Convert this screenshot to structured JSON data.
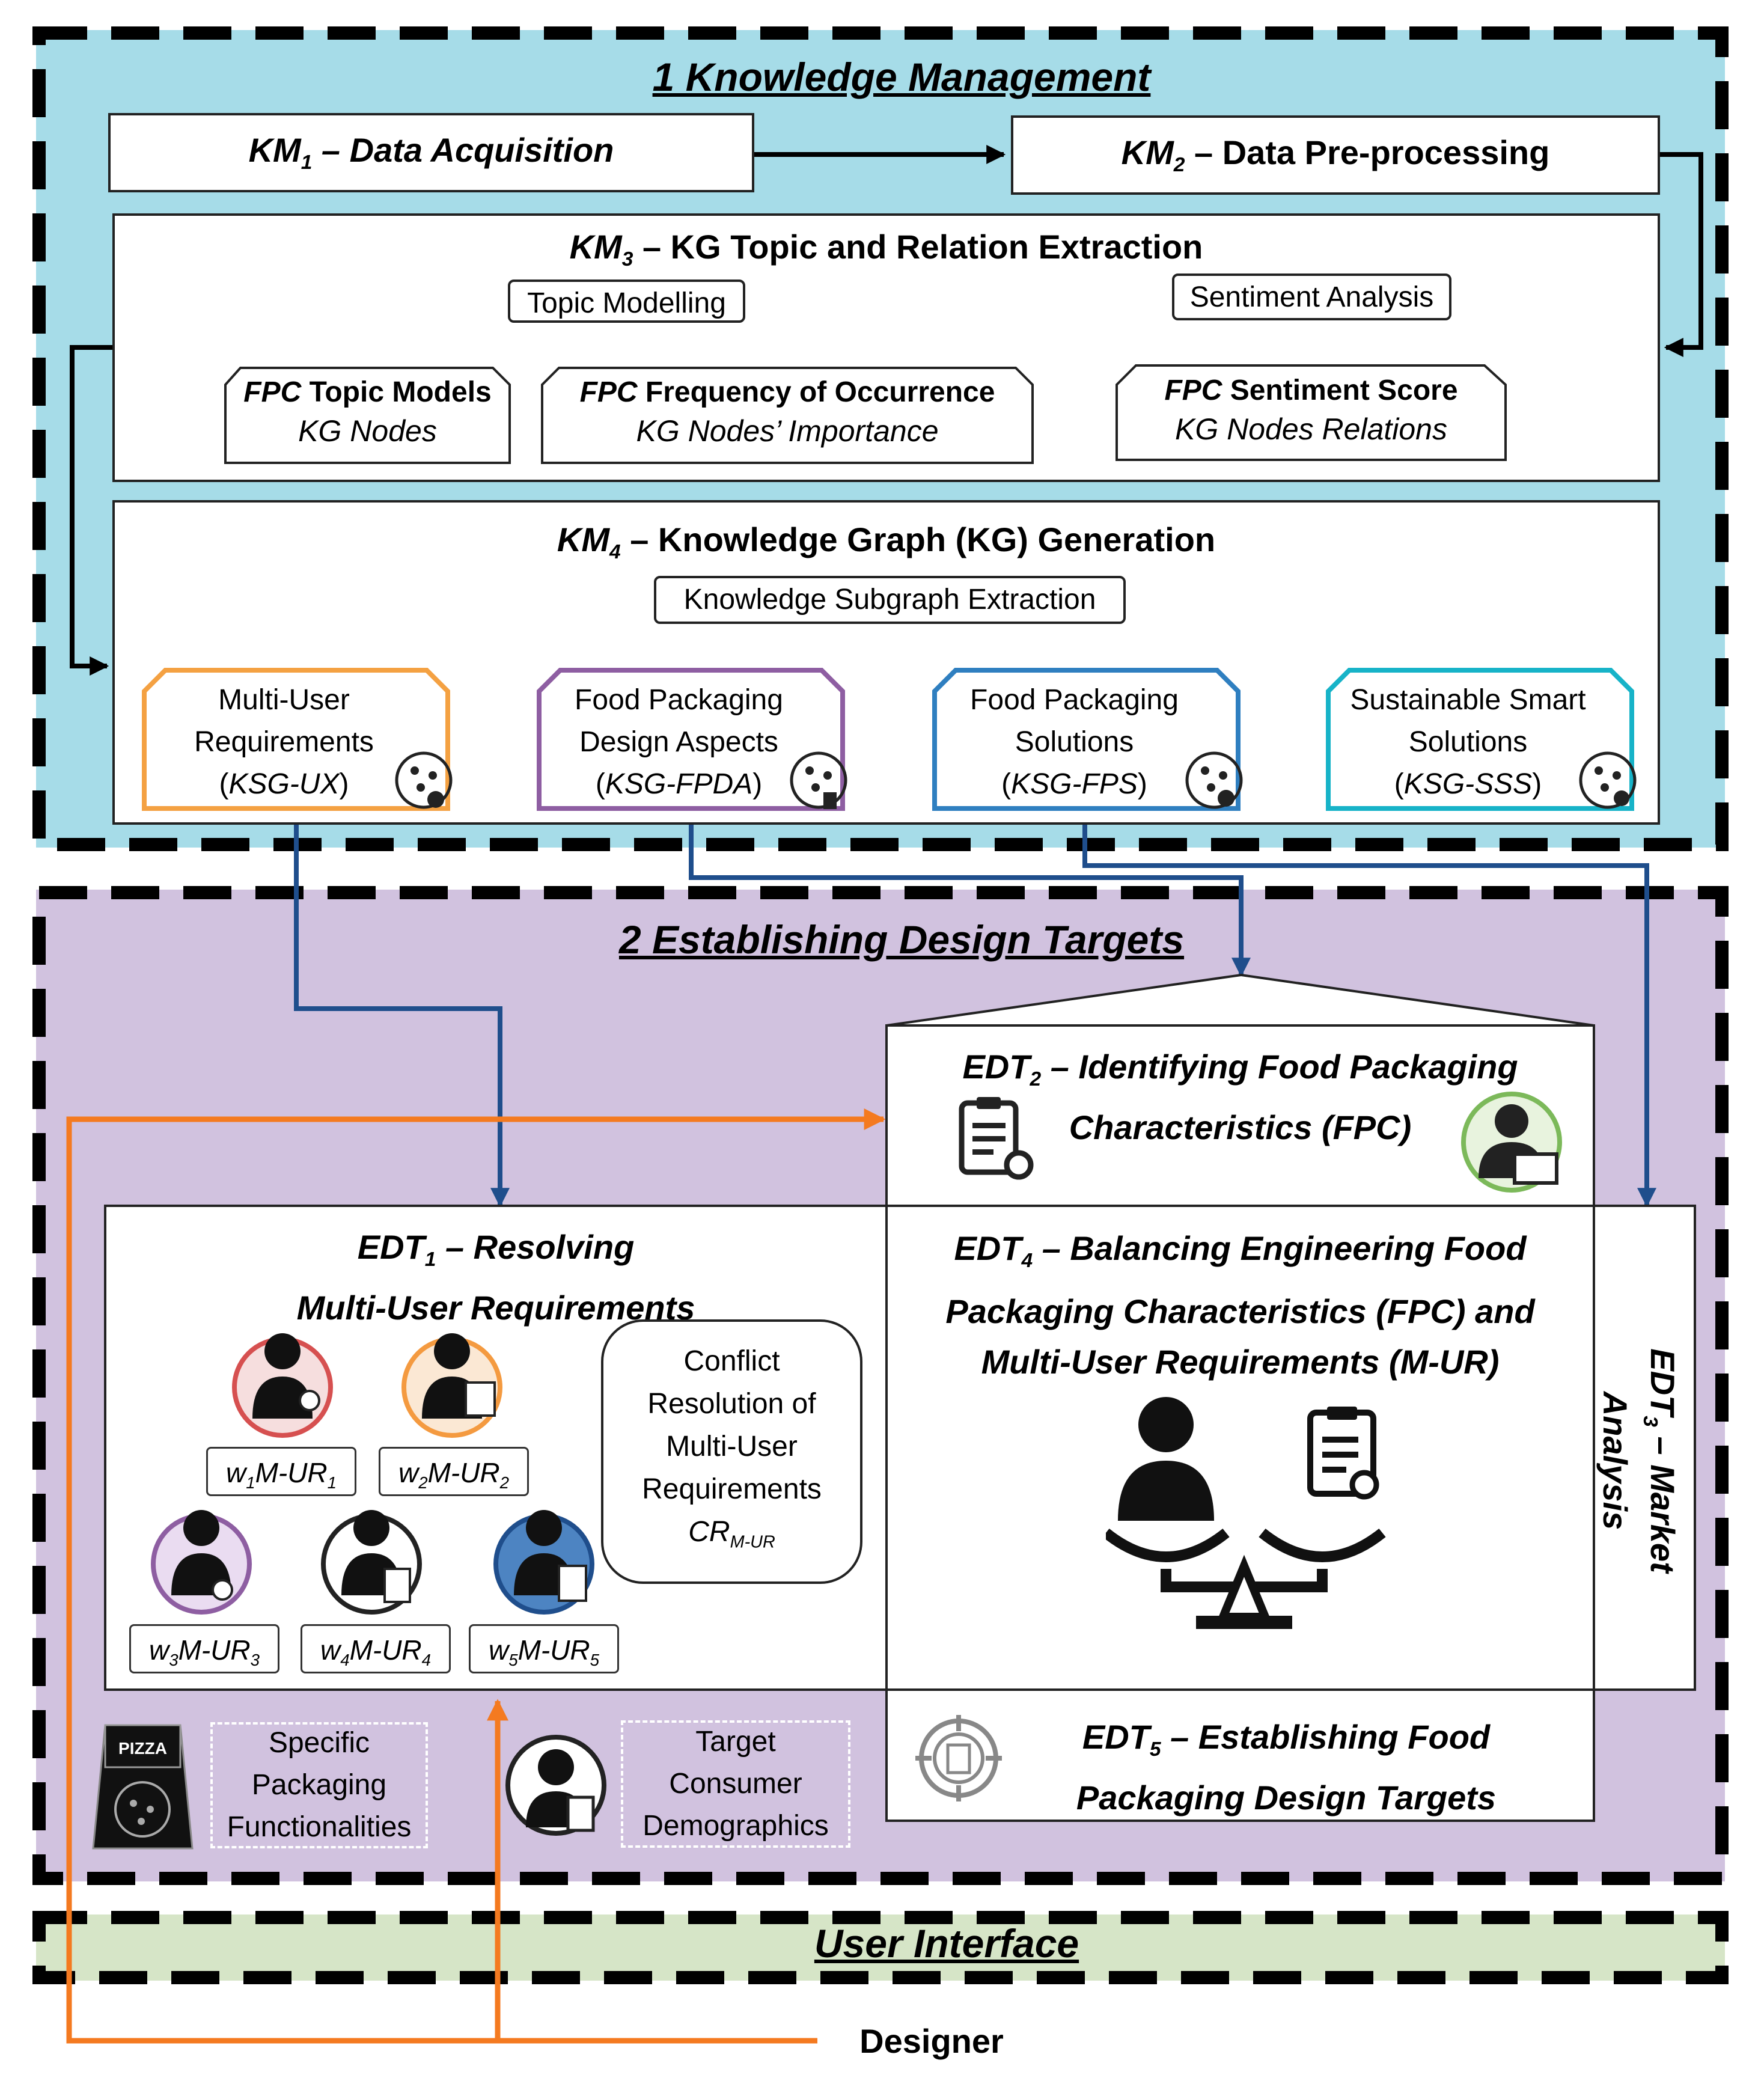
{
  "km": {
    "title": "1 Knowledge Management",
    "km1": {
      "sub": "1",
      "text": " – Data Acquisition"
    },
    "km2": {
      "sub": "2",
      "text": " – Data Pre-processing"
    },
    "km3": {
      "sub": "3",
      "text": " – KG Topic and Relation Extraction"
    },
    "km4": {
      "sub": "4",
      "text": " – Knowledge Graph (KG) Generation"
    },
    "km_prefix": "KM",
    "topic_modelling": "Topic Modelling",
    "sentiment_analysis": "Sentiment Analysis",
    "fpc": "FPC",
    "topic_models": " Topic Models",
    "topic_models_sub": "KG Nodes",
    "frequency": " Frequency of Occurrence",
    "frequency_sub": "KG Nodes’ Importance",
    "sentiment_score": " Sentiment Score",
    "sentiment_score_sub": "KG Nodes Relations",
    "subgraph": "Knowledge Subgraph Extraction",
    "ksg": [
      {
        "line1": "Multi-User",
        "line2": "Requirements",
        "code": "KSG-UX",
        "color": "#f4a142"
      },
      {
        "line1": "Food Packaging",
        "line2": "Design Aspects",
        "code": "KSG-FPDA",
        "color": "#8e5ea2"
      },
      {
        "line1": "Food Packaging",
        "line2": "Solutions",
        "code": "KSG-FPS",
        "color": "#2f7fc0"
      },
      {
        "line1": "Sustainable Smart",
        "line2": "Solutions",
        "code": "KSG-SSS",
        "color": "#17b3c8"
      }
    ]
  },
  "edt": {
    "title": "2 Establishing Design Targets",
    "prefix": "EDT",
    "edt1": {
      "sub": "1",
      "line1": " – Resolving",
      "line2": "Multi-User Requirements"
    },
    "edt2": {
      "sub": "2",
      "line1": " – Identifying Food Packaging",
      "line2": "Characteristics (FPC)"
    },
    "edt3": {
      "sub": "3",
      "line1": " – Market",
      "line2": "Analysis"
    },
    "edt4": {
      "sub": "4",
      "line1": " – Balancing Engineering Food",
      "line2": "Packaging Characteristics (FPC) and",
      "line3": "Multi-User Requirements (M-UR)"
    },
    "edt5": {
      "sub": "5",
      "line1": " – Establishing Food",
      "line2": "Packaging Design Targets"
    },
    "conflict": {
      "line1": "Conflict",
      "line2": "Resolution of",
      "line3": "Multi-User",
      "line4": "Requirements",
      "cr": "CR",
      "cr_sub": "M-UR"
    },
    "ur_labels": [
      {
        "w": "1",
        "ur": "1"
      },
      {
        "w": "2",
        "ur": "2"
      },
      {
        "w": "3",
        "ur": "3"
      },
      {
        "w": "4",
        "ur": "4"
      },
      {
        "w": "5",
        "ur": "5"
      }
    ],
    "mur_text": "M-UR",
    "specific": {
      "line1": "Specific",
      "line2": "Packaging",
      "line3": "Functionalities"
    },
    "target": {
      "line1": "Target",
      "line2": "Consumer",
      "line3": "Demographics"
    },
    "pizza": "PIZZA"
  },
  "ui": {
    "title": "User Interface"
  },
  "designer": "Designer",
  "colors": {
    "km_bg": "#a6dce8",
    "edt_bg": "#d1c2df",
    "ui_bg": "#d6e5c7",
    "blue_arrow": "#1f4e8c",
    "orange_arrow": "#f47a20"
  }
}
